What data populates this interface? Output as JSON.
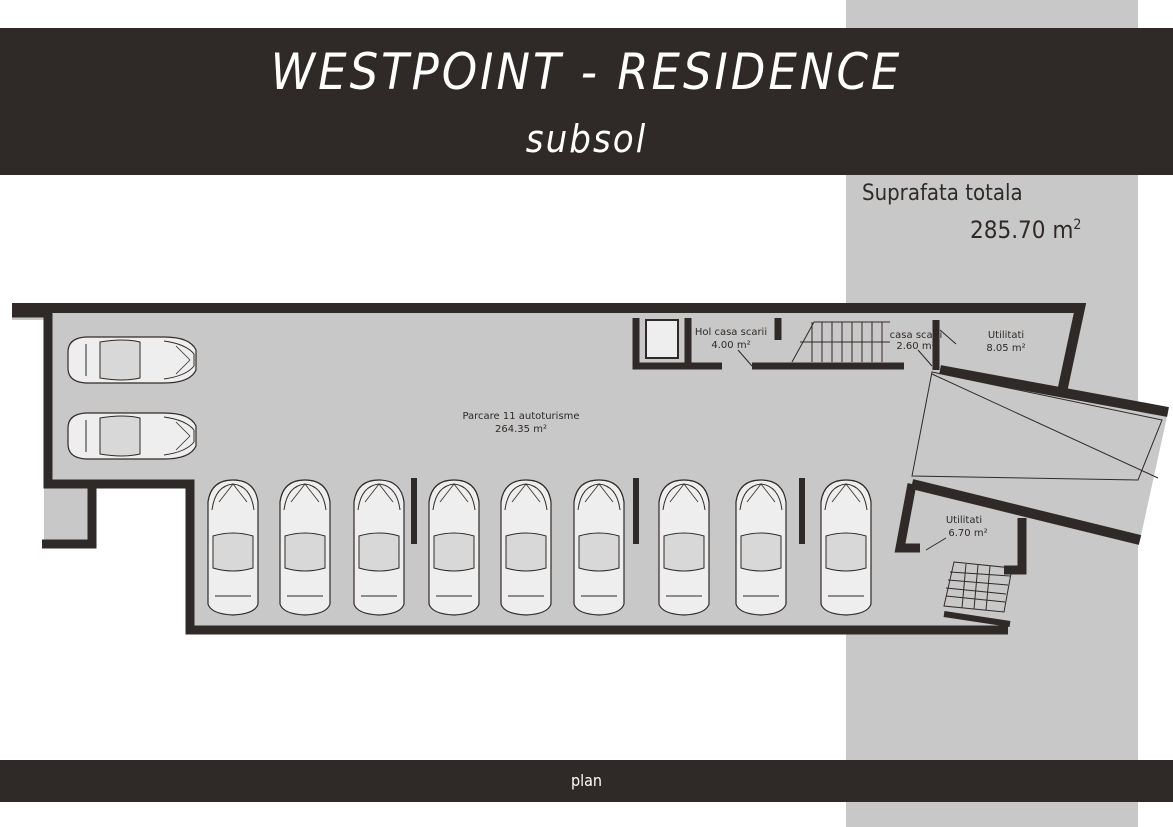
{
  "header": {
    "title": "WESTPOINT - RESIDENCE",
    "subtitle": "subsol"
  },
  "summary": {
    "label": "Suprafata totala",
    "value": "285.70 m",
    "unit_exponent": "2"
  },
  "rooms": {
    "hol": {
      "name": "Hol casa scarii",
      "area": "4.00 m²"
    },
    "casa": {
      "name": "casa scarii",
      "area": "2.60 m²"
    },
    "util1": {
      "name": "Utilitati",
      "area": "8.05 m²"
    },
    "parcare": {
      "name": "Parcare 11 autoturisme",
      "area": "264.35 m²"
    },
    "util2": {
      "name": "Utilitati",
      "area": "6.70 m²"
    }
  },
  "footer": {
    "label": "plan"
  },
  "colors": {
    "dark": "#2f2a27",
    "floor": "#c8c8c8",
    "side_strip": "#c8c8c8",
    "car": "#eeeeee"
  }
}
